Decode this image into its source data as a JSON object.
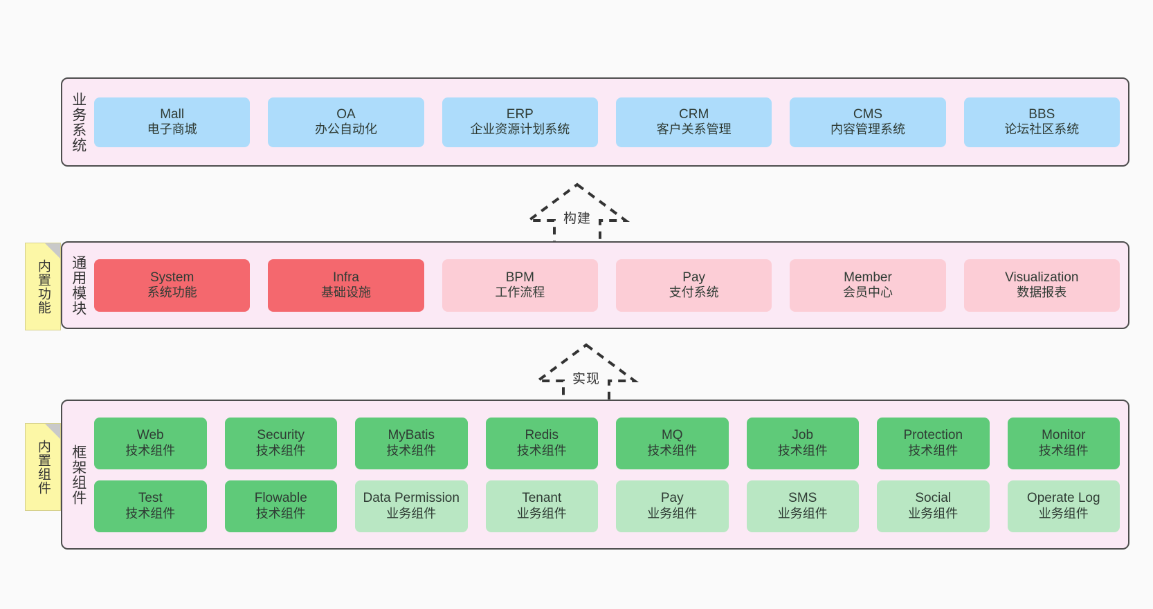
{
  "diagram": {
    "background_color": "#fafafa",
    "layer_fill": "#fbe9f5",
    "layer_border": "#4d4d4d",
    "note_fill": "#fcf7a6"
  },
  "layers": [
    {
      "id": "business",
      "title": "业务系统",
      "rows": [
        {
          "cards": [
            {
              "en": "Mall",
              "cn": "电子商城",
              "color": "#addcfb",
              "style": "blue"
            },
            {
              "en": "OA",
              "cn": "办公自动化",
              "color": "#addcfb",
              "style": "blue"
            },
            {
              "en": "ERP",
              "cn": "企业资源计划系统",
              "color": "#addcfb",
              "style": "blue"
            },
            {
              "en": "CRM",
              "cn": "客户关系管理",
              "color": "#addcfb",
              "style": "blue"
            },
            {
              "en": "CMS",
              "cn": "内容管理系统",
              "color": "#addcfb",
              "style": "blue"
            },
            {
              "en": "BBS",
              "cn": "论坛社区系统",
              "color": "#addcfb",
              "style": "blue"
            }
          ]
        }
      ]
    },
    {
      "id": "common",
      "title": "通用模块",
      "note": "内置功能",
      "rows": [
        {
          "cards": [
            {
              "en": "System",
              "cn": "系统功能",
              "color": "#f4686e",
              "style": "red"
            },
            {
              "en": "Infra",
              "cn": "基础设施",
              "color": "#f4686e",
              "style": "red"
            },
            {
              "en": "BPM",
              "cn": "工作流程",
              "color": "#fccdd6",
              "style": "pink"
            },
            {
              "en": "Pay",
              "cn": "支付系统",
              "color": "#fccdd6",
              "style": "pink"
            },
            {
              "en": "Member",
              "cn": "会员中心",
              "color": "#fccdd6",
              "style": "pink"
            },
            {
              "en": "Visualization",
              "cn": "数据报表",
              "color": "#fccdd6",
              "style": "pink"
            }
          ]
        }
      ]
    },
    {
      "id": "framework",
      "title": "框架组件",
      "note": "内置组件",
      "rows": [
        {
          "cards": [
            {
              "en": "Web",
              "cn": "技术组件",
              "color": "#5fca79",
              "style": "green"
            },
            {
              "en": "Security",
              "cn": "技术组件",
              "color": "#5fca79",
              "style": "green"
            },
            {
              "en": "MyBatis",
              "cn": "技术组件",
              "color": "#5fca79",
              "style": "green"
            },
            {
              "en": "Redis",
              "cn": "技术组件",
              "color": "#5fca79",
              "style": "green"
            },
            {
              "en": "MQ",
              "cn": "技术组件",
              "color": "#5fca79",
              "style": "green"
            },
            {
              "en": "Job",
              "cn": "技术组件",
              "color": "#5fca79",
              "style": "green"
            },
            {
              "en": "Protection",
              "cn": "技术组件",
              "color": "#5fca79",
              "style": "green"
            },
            {
              "en": "Monitor",
              "cn": "技术组件",
              "color": "#5fca79",
              "style": "green"
            }
          ]
        },
        {
          "cards": [
            {
              "en": "Test",
              "cn": "技术组件",
              "color": "#5fca79",
              "style": "green"
            },
            {
              "en": "Flowable",
              "cn": "技术组件",
              "color": "#5fca79",
              "style": "green"
            },
            {
              "en": "Data Permission",
              "cn": "业务组件",
              "color": "#b9e7c3",
              "style": "lgreen"
            },
            {
              "en": "Tenant",
              "cn": "业务组件",
              "color": "#b9e7c3",
              "style": "lgreen"
            },
            {
              "en": "Pay",
              "cn": "业务组件",
              "color": "#b9e7c3",
              "style": "lgreen"
            },
            {
              "en": "SMS",
              "cn": "业务组件",
              "color": "#b9e7c3",
              "style": "lgreen"
            },
            {
              "en": "Social",
              "cn": "业务组件",
              "color": "#b9e7c3",
              "style": "lgreen"
            },
            {
              "en": "Operate Log",
              "cn": "业务组件",
              "color": "#b9e7c3",
              "style": "lgreen"
            }
          ]
        }
      ]
    }
  ],
  "arrows": [
    {
      "id": "build",
      "label": "构建",
      "direction": "up",
      "stroke": "#333333",
      "dashed": true
    },
    {
      "id": "implement",
      "label": "实现",
      "direction": "up",
      "stroke": "#333333",
      "dashed": true
    }
  ]
}
